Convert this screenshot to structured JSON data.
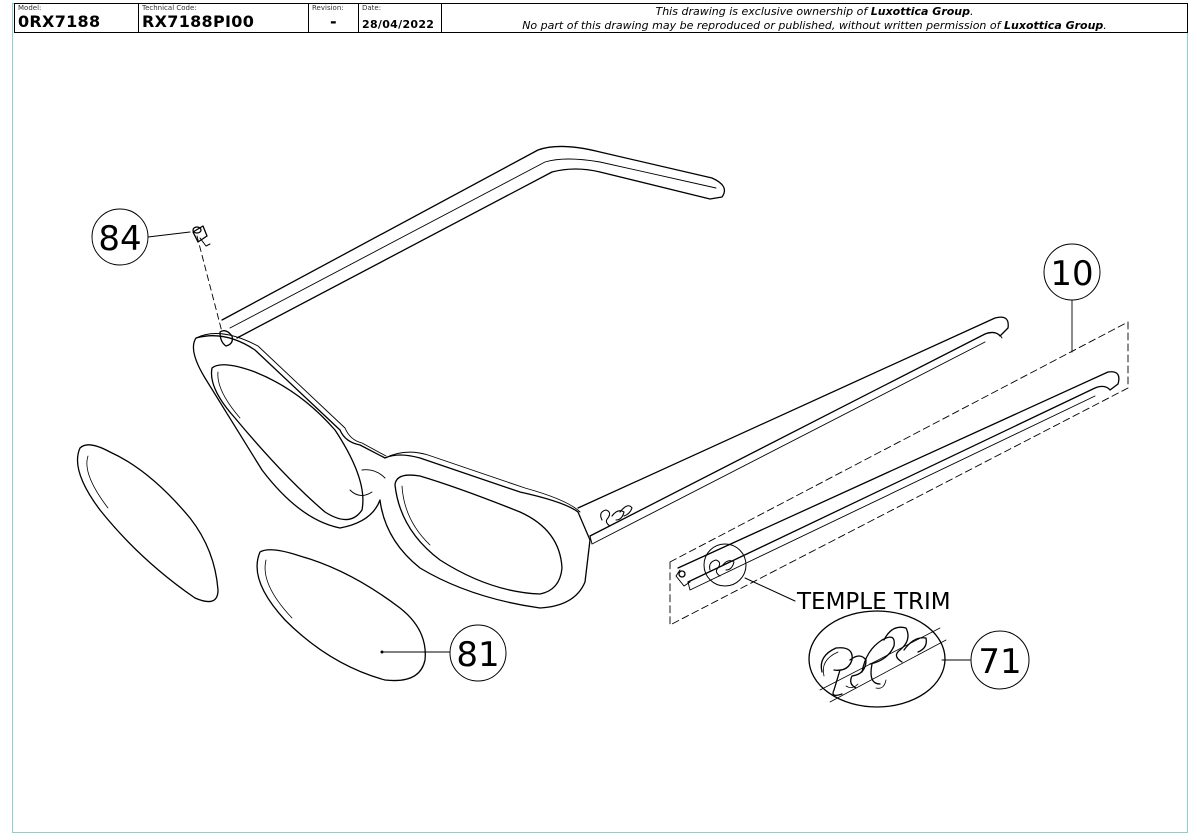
{
  "title_block": {
    "model_label": "Model:",
    "model_value": "0RX7188",
    "code_label": "Technical Code:",
    "code_value": "RX7188PI00",
    "revision_label": "Revision:",
    "revision_value": "-",
    "date_label": "Date:",
    "date_value": "28/04/2022",
    "notice_line1_pre": "This drawing is exclusive ownership of ",
    "notice_line1_bold": "Luxottica Group",
    "notice_line1_post": ".",
    "notice_line2_pre": "No part of this drawing may be reproduced or published, without written permission of ",
    "notice_line2_bold": "Luxottica Group",
    "notice_line2_post": "."
  },
  "callouts": {
    "screw": "84",
    "temple": "10",
    "lens": "81",
    "logo_trim": "71",
    "temple_trim_label": "TEMPLE TRIM"
  },
  "colors": {
    "line": "#000000",
    "sheet_border": "#8fd0cc"
  }
}
